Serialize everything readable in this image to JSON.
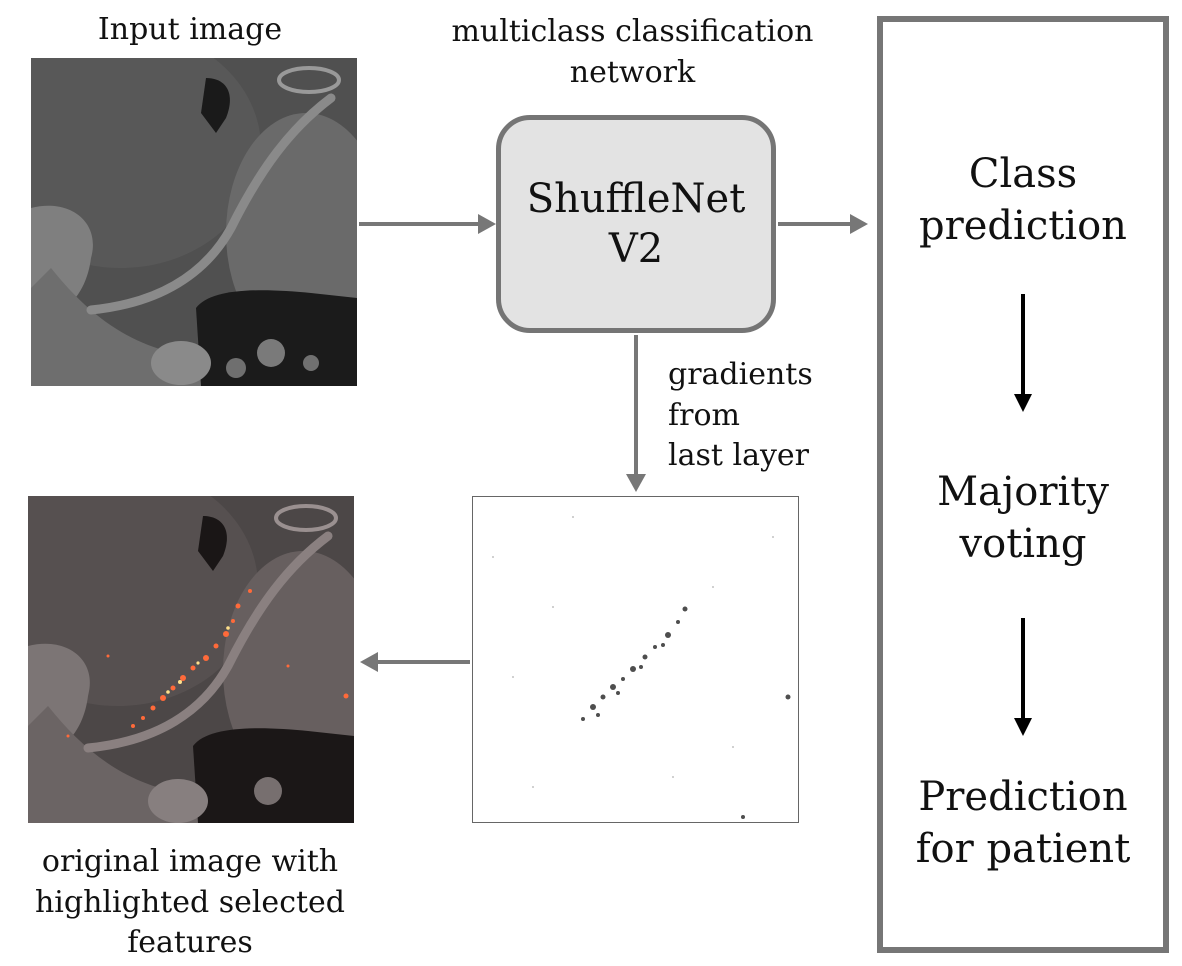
{
  "labels": {
    "input_image": "Input image",
    "network_caption": "multiclass classification\nnetwork",
    "gradients_caption": "gradients\nfrom\nlast layer",
    "overlay_caption": "original image with\nhighlighted selected\nfeatures"
  },
  "network_box": {
    "line1": "ShuffleNet",
    "line2": "V2"
  },
  "pipeline": {
    "step1": "Class\nprediction",
    "step2": "Majority\nvoting",
    "step3": "Prediction\nfor patient"
  },
  "colors": {
    "arrow_gray": "#777777",
    "arrow_black": "#000000",
    "box_fill": "#e3e3e3",
    "box_border": "#757575",
    "highlight": "#ff6a3a"
  }
}
